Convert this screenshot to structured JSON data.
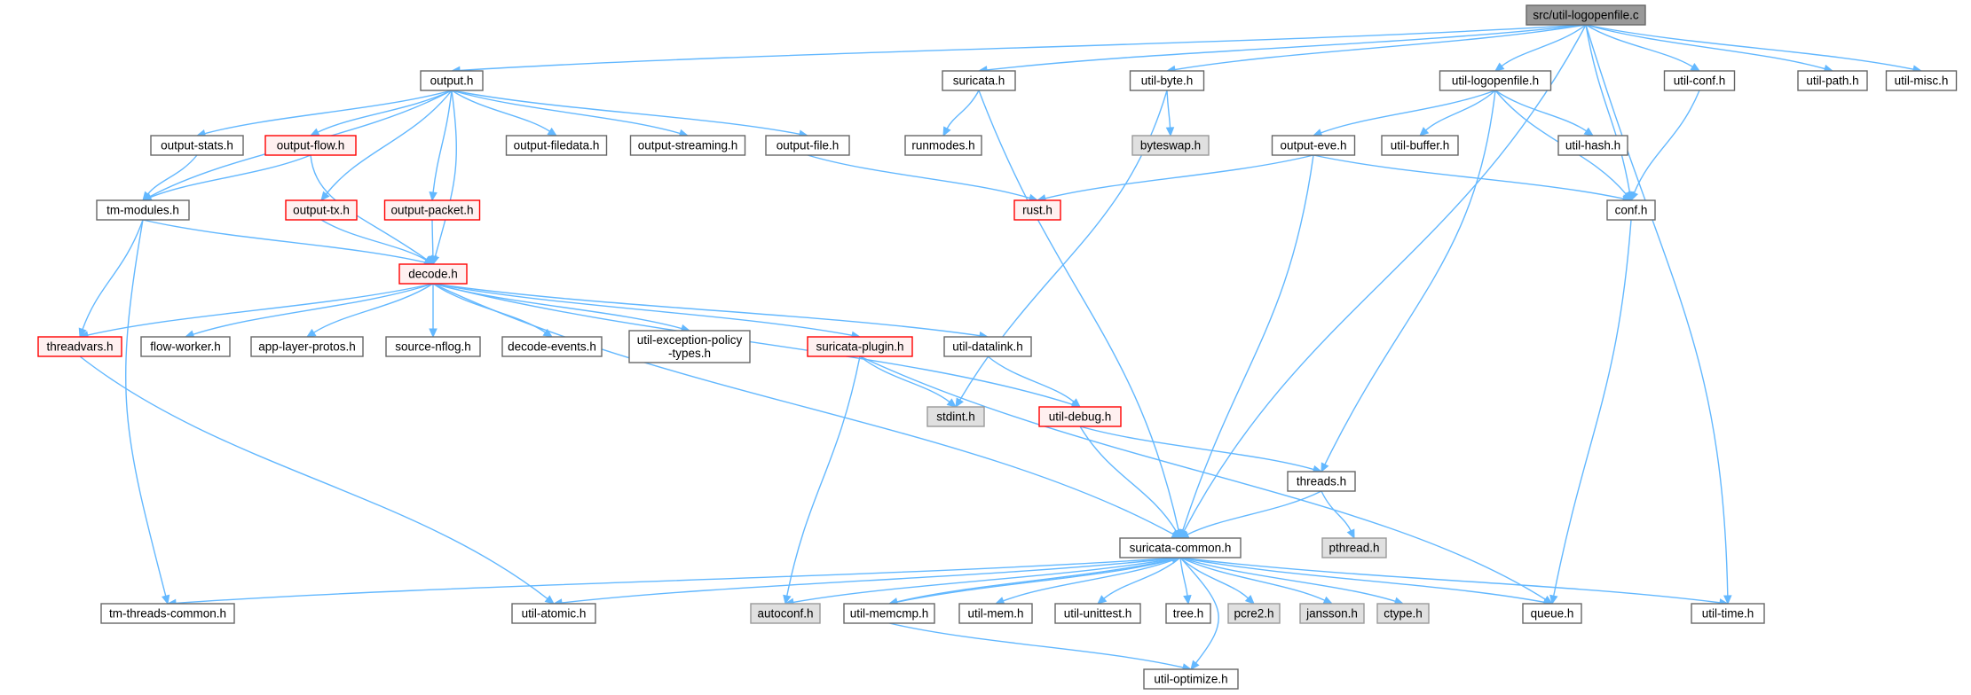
{
  "colors": {
    "edge": "#63b8ff",
    "root_fill": "#999999",
    "normal_fill": "#ffffff",
    "normal_border": "#666666",
    "external_fill": "#e0e0e0",
    "external_border": "#999999",
    "truncated_fill": "#fff0f0",
    "truncated_border": "#ff0000"
  },
  "nodes": [
    {
      "id": "root",
      "label": "src/util-logopenfile.c",
      "kind": "root"
    },
    {
      "id": "output_h",
      "label": "output.h",
      "kind": "normal"
    },
    {
      "id": "suricata_h",
      "label": "suricata.h",
      "kind": "normal"
    },
    {
      "id": "util_byte_h",
      "label": "util-byte.h",
      "kind": "normal"
    },
    {
      "id": "util_logopenfile_h",
      "label": "util-logopenfile.h",
      "kind": "normal"
    },
    {
      "id": "util_conf_h",
      "label": "util-conf.h",
      "kind": "normal"
    },
    {
      "id": "util_path_h",
      "label": "util-path.h",
      "kind": "normal"
    },
    {
      "id": "util_misc_h",
      "label": "util-misc.h",
      "kind": "normal"
    },
    {
      "id": "output_stats_h",
      "label": "output-stats.h",
      "kind": "normal"
    },
    {
      "id": "output_flow_h",
      "label": "output-flow.h",
      "kind": "truncated"
    },
    {
      "id": "output_filedata_h",
      "label": "output-filedata.h",
      "kind": "normal"
    },
    {
      "id": "output_streaming_h",
      "label": "output-streaming.h",
      "kind": "normal"
    },
    {
      "id": "output_file_h",
      "label": "output-file.h",
      "kind": "normal"
    },
    {
      "id": "runmodes_h",
      "label": "runmodes.h",
      "kind": "normal"
    },
    {
      "id": "byteswap_h",
      "label": "byteswap.h",
      "kind": "external"
    },
    {
      "id": "output_eve_h",
      "label": "output-eve.h",
      "kind": "normal"
    },
    {
      "id": "util_buffer_h",
      "label": "util-buffer.h",
      "kind": "normal"
    },
    {
      "id": "util_hash_h",
      "label": "util-hash.h",
      "kind": "normal"
    },
    {
      "id": "tm_modules_h",
      "label": "tm-modules.h",
      "kind": "normal"
    },
    {
      "id": "output_tx_h",
      "label": "output-tx.h",
      "kind": "truncated"
    },
    {
      "id": "output_packet_h",
      "label": "output-packet.h",
      "kind": "truncated"
    },
    {
      "id": "rust_h",
      "label": "rust.h",
      "kind": "truncated"
    },
    {
      "id": "conf_h",
      "label": "conf.h",
      "kind": "normal"
    },
    {
      "id": "decode_h",
      "label": "decode.h",
      "kind": "truncated"
    },
    {
      "id": "threadvars_h",
      "label": "threadvars.h",
      "kind": "truncated"
    },
    {
      "id": "flow_worker_h",
      "label": "flow-worker.h",
      "kind": "normal"
    },
    {
      "id": "app_layer_protos_h",
      "label": "app-layer-protos.h",
      "kind": "normal"
    },
    {
      "id": "source_nflog_h",
      "label": "source-nflog.h",
      "kind": "normal"
    },
    {
      "id": "decode_events_h",
      "label": "decode-events.h",
      "kind": "normal"
    },
    {
      "id": "util_exception_policy_types_h",
      "label": "util-exception-policy\n-types.h",
      "kind": "normal"
    },
    {
      "id": "suricata_plugin_h",
      "label": "suricata-plugin.h",
      "kind": "truncated"
    },
    {
      "id": "util_datalink_h",
      "label": "util-datalink.h",
      "kind": "normal"
    },
    {
      "id": "stdint_h",
      "label": "stdint.h",
      "kind": "external"
    },
    {
      "id": "util_debug_h",
      "label": "util-debug.h",
      "kind": "truncated"
    },
    {
      "id": "threads_h",
      "label": "threads.h",
      "kind": "normal"
    },
    {
      "id": "pthread_h",
      "label": "pthread.h",
      "kind": "external"
    },
    {
      "id": "suricata_common_h",
      "label": "suricata-common.h",
      "kind": "normal"
    },
    {
      "id": "tm_threads_common_h",
      "label": "tm-threads-common.h",
      "kind": "normal"
    },
    {
      "id": "util_atomic_h",
      "label": "util-atomic.h",
      "kind": "normal"
    },
    {
      "id": "autoconf_h",
      "label": "autoconf.h",
      "kind": "external"
    },
    {
      "id": "util_memcmp_h",
      "label": "util-memcmp.h",
      "kind": "normal"
    },
    {
      "id": "util_mem_h",
      "label": "util-mem.h",
      "kind": "normal"
    },
    {
      "id": "util_unittest_h",
      "label": "util-unittest.h",
      "kind": "normal"
    },
    {
      "id": "tree_h",
      "label": "tree.h",
      "kind": "normal"
    },
    {
      "id": "pcre2_h",
      "label": "pcre2.h",
      "kind": "external"
    },
    {
      "id": "jansson_h",
      "label": "jansson.h",
      "kind": "external"
    },
    {
      "id": "ctype_h",
      "label": "ctype.h",
      "kind": "external"
    },
    {
      "id": "queue_h",
      "label": "queue.h",
      "kind": "normal"
    },
    {
      "id": "util_time_h",
      "label": "util-time.h",
      "kind": "normal"
    },
    {
      "id": "util_optimize_h",
      "label": "util-optimize.h",
      "kind": "normal"
    }
  ],
  "edges": [
    [
      "root",
      "output_h"
    ],
    [
      "root",
      "suricata_h"
    ],
    [
      "root",
      "util_byte_h"
    ],
    [
      "root",
      "suricata_common_h"
    ],
    [
      "root",
      "util_logopenfile_h"
    ],
    [
      "root",
      "conf_h"
    ],
    [
      "root",
      "util_conf_h"
    ],
    [
      "root",
      "util_path_h"
    ],
    [
      "root",
      "util_misc_h"
    ],
    [
      "root",
      "util_time_h"
    ],
    [
      "output_h",
      "output_stats_h"
    ],
    [
      "output_h",
      "output_flow_h"
    ],
    [
      "output_h",
      "output_filedata_h"
    ],
    [
      "output_h",
      "output_streaming_h"
    ],
    [
      "output_h",
      "output_file_h"
    ],
    [
      "output_h",
      "tm_modules_h"
    ],
    [
      "output_h",
      "output_tx_h"
    ],
    [
      "output_h",
      "output_packet_h"
    ],
    [
      "output_h",
      "decode_h"
    ],
    [
      "output_stats_h",
      "tm_modules_h"
    ],
    [
      "output_flow_h",
      "tm_modules_h"
    ],
    [
      "output_flow_h",
      "decode_h"
    ],
    [
      "output_tx_h",
      "decode_h"
    ],
    [
      "output_packet_h",
      "decode_h"
    ],
    [
      "output_file_h",
      "rust_h"
    ],
    [
      "tm_modules_h",
      "decode_h"
    ],
    [
      "tm_modules_h",
      "threadvars_h"
    ],
    [
      "tm_modules_h",
      "tm_threads_common_h"
    ],
    [
      "suricata_h",
      "runmodes_h"
    ],
    [
      "suricata_h",
      "suricata_common_h"
    ],
    [
      "util_byte_h",
      "byteswap_h"
    ],
    [
      "util_byte_h",
      "stdint_h"
    ],
    [
      "util_logopenfile_h",
      "output_eve_h"
    ],
    [
      "util_logopenfile_h",
      "util_buffer_h"
    ],
    [
      "util_logopenfile_h",
      "util_hash_h"
    ],
    [
      "util_logopenfile_h",
      "conf_h"
    ],
    [
      "util_logopenfile_h",
      "threads_h"
    ],
    [
      "output_eve_h",
      "rust_h"
    ],
    [
      "output_eve_h",
      "conf_h"
    ],
    [
      "output_eve_h",
      "suricata_common_h"
    ],
    [
      "util_conf_h",
      "conf_h"
    ],
    [
      "conf_h",
      "queue_h"
    ],
    [
      "decode_h",
      "threadvars_h"
    ],
    [
      "decode_h",
      "flow_worker_h"
    ],
    [
      "decode_h",
      "app_layer_protos_h"
    ],
    [
      "decode_h",
      "source_nflog_h"
    ],
    [
      "decode_h",
      "decode_events_h"
    ],
    [
      "decode_h",
      "util_exception_policy_types_h"
    ],
    [
      "decode_h",
      "suricata_plugin_h"
    ],
    [
      "decode_h",
      "util_datalink_h"
    ],
    [
      "decode_h",
      "util_debug_h"
    ],
    [
      "decode_h",
      "suricata_common_h"
    ],
    [
      "threadvars_h",
      "util_atomic_h"
    ],
    [
      "suricata_plugin_h",
      "stdint_h"
    ],
    [
      "suricata_plugin_h",
      "autoconf_h"
    ],
    [
      "suricata_plugin_h",
      "queue_h"
    ],
    [
      "util_datalink_h",
      "util_debug_h"
    ],
    [
      "util_debug_h",
      "threads_h"
    ],
    [
      "util_debug_h",
      "suricata_common_h"
    ],
    [
      "threads_h",
      "pthread_h"
    ],
    [
      "threads_h",
      "suricata_common_h"
    ],
    [
      "suricata_common_h",
      "tm_threads_common_h"
    ],
    [
      "suricata_common_h",
      "util_atomic_h"
    ],
    [
      "suricata_common_h",
      "autoconf_h"
    ],
    [
      "suricata_common_h",
      "util_memcmp_h"
    ],
    [
      "suricata_common_h",
      "util_mem_h"
    ],
    [
      "suricata_common_h",
      "util_unittest_h"
    ],
    [
      "suricata_common_h",
      "tree_h"
    ],
    [
      "suricata_common_h",
      "pcre2_h"
    ],
    [
      "suricata_common_h",
      "jansson_h"
    ],
    [
      "suricata_common_h",
      "ctype_h"
    ],
    [
      "suricata_common_h",
      "queue_h"
    ],
    [
      "suricata_common_h",
      "util_time_h"
    ],
    [
      "suricata_common_h",
      "util_optimize_h"
    ],
    [
      "util_memcmp_h",
      "suricata_common_h"
    ],
    [
      "util_memcmp_h",
      "util_optimize_h"
    ]
  ]
}
